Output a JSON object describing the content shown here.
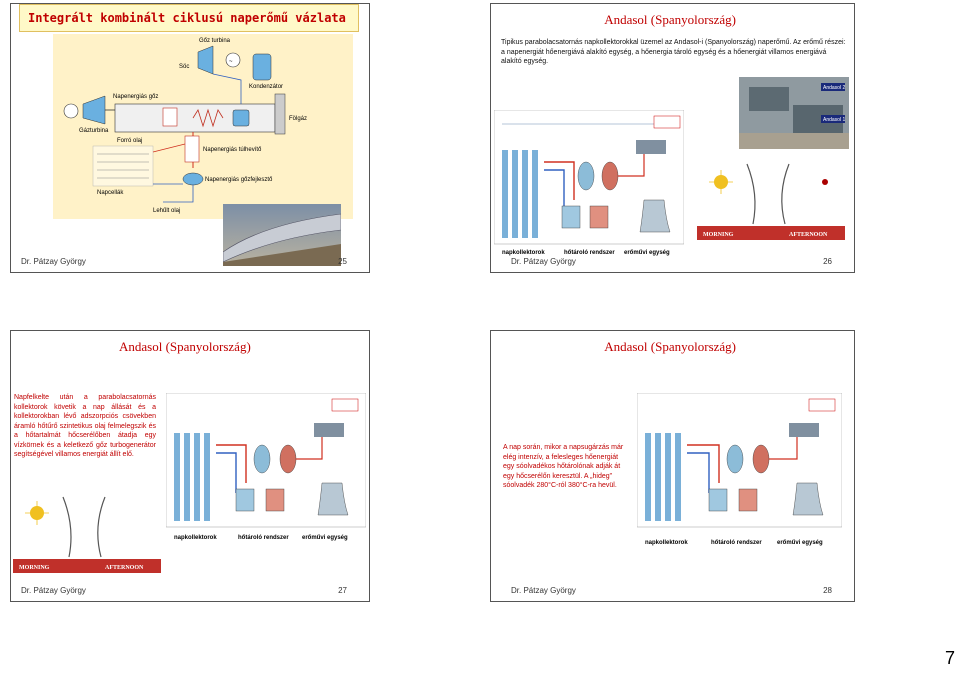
{
  "slides": [
    {
      "title": "Integrált kombinált ciklusú naperőmű vázlata",
      "author": "Dr. Pátzay György",
      "number": "25",
      "labels": {
        "steam_turbine": "Gőz turbina",
        "soc": "Söc",
        "condenser": "Kondenzátor",
        "solar_steam": "Napenergiás gőz",
        "gas_turbine": "Gázturbina",
        "groundwater": "Fölgáz",
        "hot_oil": "Forró olaj",
        "solar_heater": "Napenergiás túlhevítő",
        "solar_steam_gen": "Napenergiás gőzfejlesztő",
        "collectors": "Napcellák",
        "cooled_oil": "Lehűlt olaj"
      }
    },
    {
      "title": "Andasol (Spanyolország)",
      "body": "Tipikus parabolacsatornás napkollektorokkal üzemel az Andasol-i (Spanyolország) naperőmű. Az erőmű részei: a napenergiát hőenergiává alakító egység, a hőenergia tároló egység és a hőenergiát villamos energiává alakító egység.",
      "author": "Dr. Pátzay György",
      "number": "26",
      "photo_labels": [
        "Andasol 2",
        "Andasol 1"
      ],
      "captions": [
        "napkollektorok",
        "hőtároló rendszer",
        "erőművi egység"
      ],
      "morning_afternoon": [
        "MORNING",
        "AFTERNOON"
      ]
    },
    {
      "title": "Andasol (Spanyolország)",
      "body": "Napfelkelte után a parabolacsatornás kollektorok követik a nap állását és a kollektorokban lévő adszorpciós csövekben áramló hőtűrő szintetikus olaj felmelegszik és a hőtartalmát hőcserélőben átadja egy vízkörnek és a keletkező gőz turbogenerátor segítségével villamos energiát állít elő.",
      "author": "Dr. Pátzay György",
      "number": "27",
      "captions": [
        "napkollektorok",
        "hőtároló rendszer",
        "erőművi egység"
      ],
      "morning_afternoon": [
        "MORNING",
        "AFTERNOON"
      ]
    },
    {
      "title": "Andasol (Spanyolország)",
      "body": "A nap során, mikor a napsugárzás már elég intenzív, a felesleges hőenergiát egy sóolvadékos hőtárolónak adják át egy hőcserélőn keresztül. A „hideg” sóolvadék 280°C-ról 380°C-ra hevül.",
      "author": "Dr. Pátzay György",
      "number": "28",
      "captions": [
        "napkollektorok",
        "hőtároló rendszer",
        "erőművi egység"
      ]
    }
  ],
  "page_number": "7",
  "colors": {
    "title_red": "#c00000",
    "diagram_bg": "#fff2c8",
    "pipe_red": "#d03020",
    "pipe_blue": "#3060c0"
  }
}
